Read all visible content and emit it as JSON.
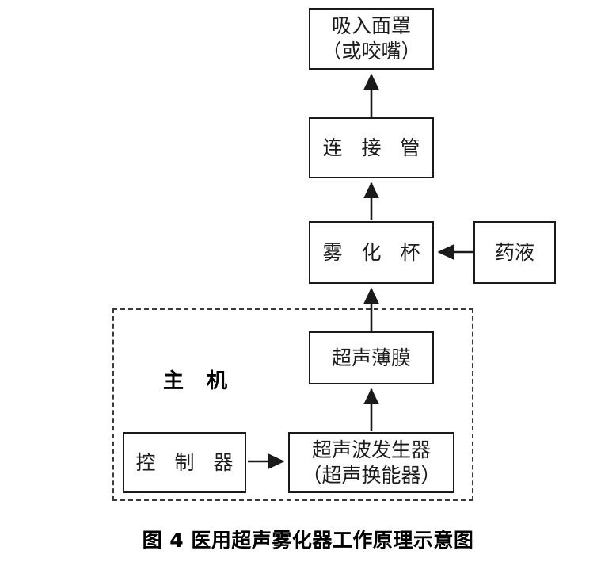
{
  "figure": {
    "caption": "图 4  医用超声雾化器工作原理示意图",
    "enclosure_label": "主 机",
    "enclosure_name": "主机"
  },
  "nodes": {
    "mask": {
      "line1": "吸入面罩",
      "line2": "（或咬嘴）"
    },
    "tube": {
      "line1": "连 接 管"
    },
    "cup": {
      "line1": "雾 化 杯"
    },
    "liquid": {
      "line1": "药液"
    },
    "membrane": {
      "line1": "超声薄膜"
    },
    "controller": {
      "line1": "控 制 器"
    },
    "generator": {
      "line1": "超声波发生器",
      "line2": "（超声换能器）"
    }
  },
  "flow": [
    {
      "from": "控制器",
      "to": "超声波发生器（超声换能器）",
      "direction": "right"
    },
    {
      "from": "超声波发生器（超声换能器）",
      "to": "超声薄膜",
      "direction": "up"
    },
    {
      "from": "超声薄膜",
      "to": "雾化杯",
      "direction": "up"
    },
    {
      "from": "药液",
      "to": "雾化杯",
      "direction": "left"
    },
    {
      "from": "雾化杯",
      "to": "连接管",
      "direction": "up"
    },
    {
      "from": "连接管",
      "to": "吸入面罩（或咬嘴）",
      "direction": "up"
    }
  ],
  "style": {
    "stroke": "#1a1a1a",
    "dashed_stroke": "#3a3a3a",
    "background": "#ffffff",
    "text": "#1b1b1b"
  }
}
